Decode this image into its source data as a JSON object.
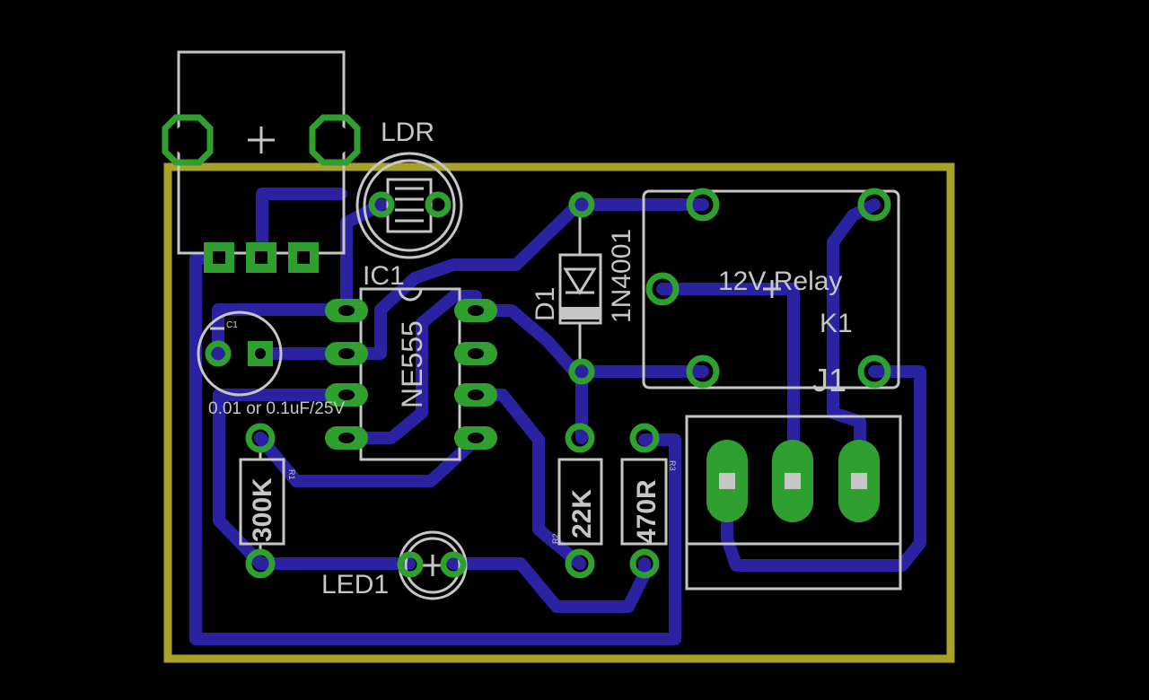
{
  "board": {
    "colors": {
      "background": "#000000",
      "outline": "#a9a12a",
      "trace": "#2a22a0",
      "pad": "#2fa02f",
      "silkscreen": "#c6c6c6"
    }
  },
  "components": {
    "ldr": {
      "name": "LDR"
    },
    "ic1": {
      "name": "IC1",
      "value": "NE555"
    },
    "d1": {
      "name": "D1",
      "value": "1N4001"
    },
    "k1": {
      "name": "K1",
      "value": "12V Relay"
    },
    "j1": {
      "name": "J1"
    },
    "c1": {
      "name": "C1",
      "value": "0.01 or 0.1uF/25V"
    },
    "r1": {
      "name": "R1",
      "value": "300K"
    },
    "r2": {
      "name": "R2",
      "value": "22K"
    },
    "r3": {
      "name": "R3",
      "value": "470R"
    },
    "led1": {
      "name": "LED1"
    }
  }
}
